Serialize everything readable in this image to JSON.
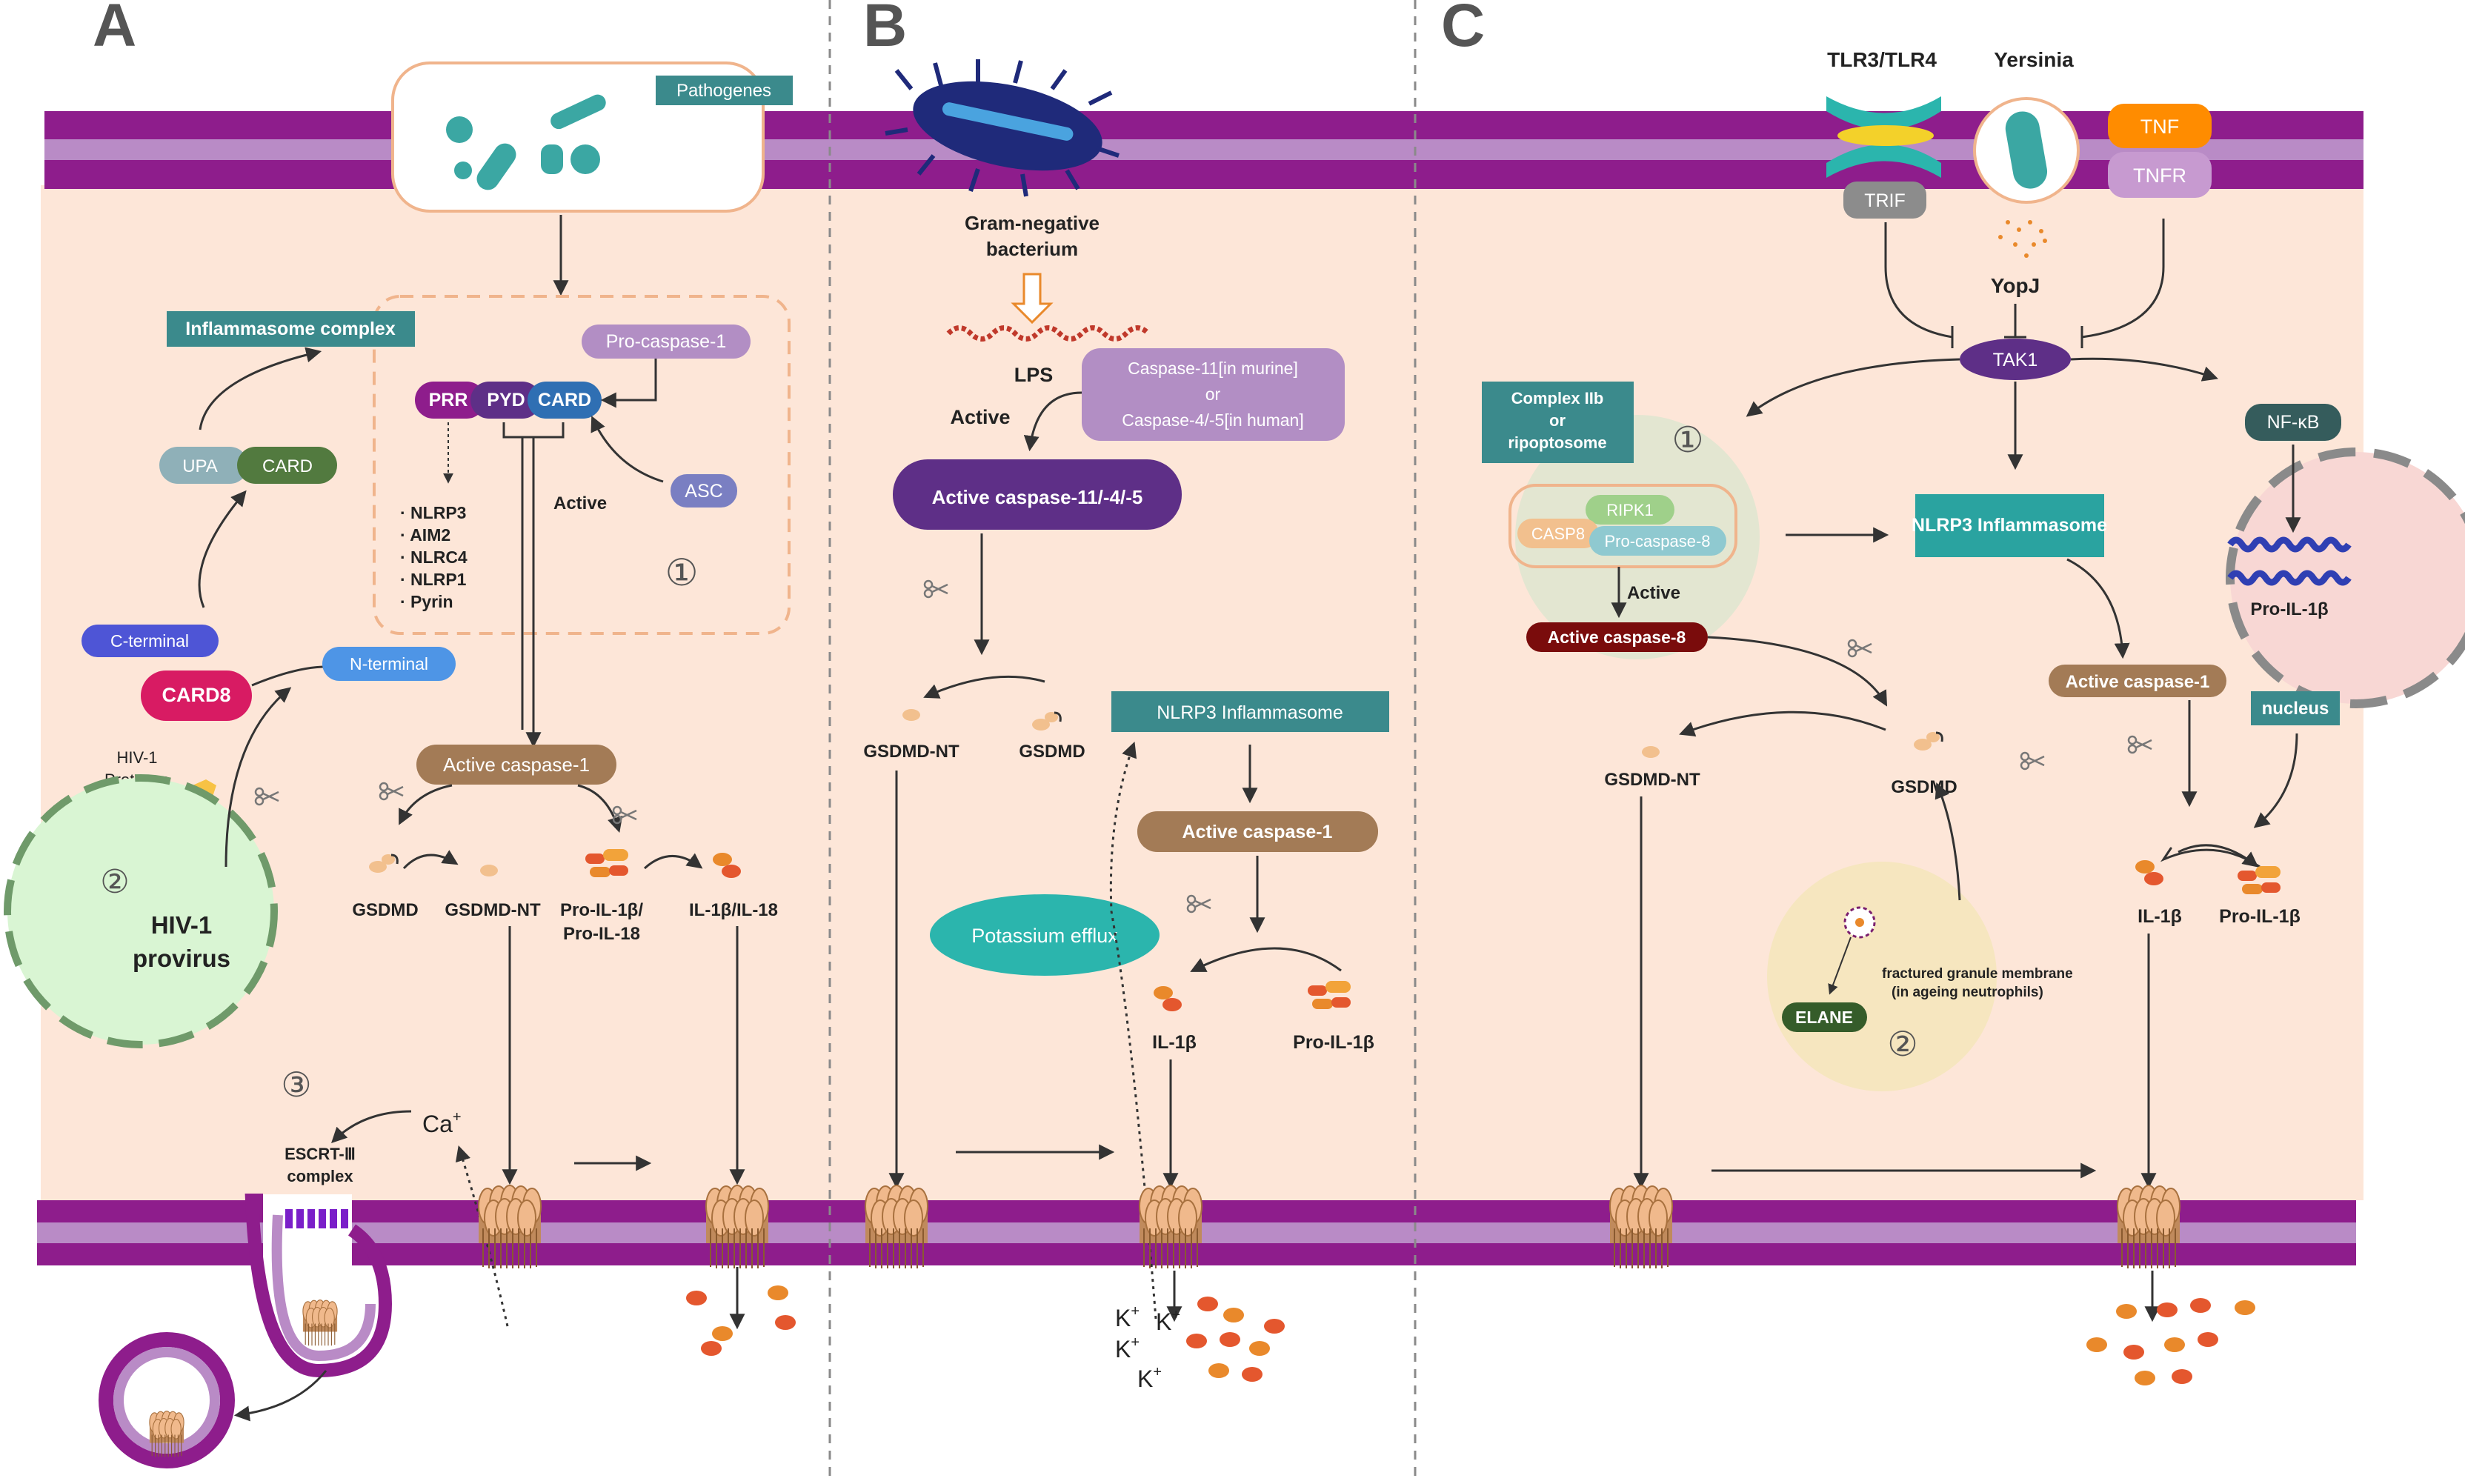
{
  "panels": {
    "a": "A",
    "b": "B",
    "c": "C"
  },
  "panel_a": {
    "pathogens": "Pathogenes",
    "inflammasome_complex": "Inflammasome complex",
    "pro_caspase1": "Pro-caspase-1",
    "prr": "PRR",
    "pyd": "PYD",
    "card": "CARD",
    "sensors": [
      "· NLRP3",
      "· AIM2",
      "· NLRC4",
      "· NLRP1",
      "· Pyrin"
    ],
    "active": "Active",
    "asc": "ASC",
    "circled_1": "①",
    "upa": "UPA",
    "card_upa": "CARD",
    "c_terminal": "C-terminal",
    "n_terminal": "N-terminal",
    "card8": "CARD8",
    "hiv_protease": [
      "HIV-1",
      "Protease"
    ],
    "hiv_provirus": [
      "HIV-1",
      "provirus"
    ],
    "circled_2": "②",
    "active_caspase1": "Active caspase-1",
    "gsdmd": "GSDMD",
    "gsdmd_nt": "GSDMD-NT",
    "pro_il": [
      "Pro-IL-1β/",
      "Pro-IL-18"
    ],
    "il": "IL-1β/IL-18",
    "circled_3": "③",
    "escrt": [
      "ESCRT-Ⅲ",
      "complex"
    ],
    "ca": "Ca",
    "ca_sup": "+"
  },
  "panel_b": {
    "bacterium": [
      "Gram-negative",
      "bacterium"
    ],
    "lps": "LPS",
    "caspase_box": [
      "Caspase-11[in murine]",
      "or",
      "Caspase-4/-5[in human]"
    ],
    "active": "Active",
    "active_caspase": "Active caspase-11/-4/-5",
    "gsdmd_nt": "GSDMD-NT",
    "gsdmd": "GSDMD",
    "nlrp3": "NLRP3  Inflammasome",
    "active_caspase1": "Active caspase-1",
    "potassium": "Potassium efflux",
    "il1b": "IL-1β",
    "pro_il1b": "Pro-IL-1β",
    "k": "K",
    "k_sup": "+"
  },
  "panel_c": {
    "tlr": "TLR3/TLR4",
    "yersinia": "Yersinia",
    "trif": "TRIF",
    "tnf": "TNF",
    "tnfr": "TNFR",
    "yopj": "YopJ",
    "tak1": "TAK1",
    "complex_iib": [
      "Complex IIb",
      "or",
      "ripoptosome"
    ],
    "circled_1": "①",
    "ripk1": "RIPK1",
    "casp8": "CASP8",
    "pro_caspase8": "Pro-caspase-8",
    "active": "Active",
    "active_caspase8": "Active caspase-8",
    "nlrp3": "NLRP3  Inflammasome",
    "nfkb": "NF-κB",
    "pro_il1b_nucleus": "Pro-IL-1β",
    "active_caspase1": "Active caspase-1",
    "nucleus": "nucleus",
    "gsdmd_nt": "GSDMD-NT",
    "gsdmd": "GSDMD",
    "fractured": [
      "fractured granule membrane",
      "(in ageing neutrophils)"
    ],
    "elane": "ELANE",
    "circled_2": "②",
    "il1b": "IL-1β",
    "pro_il1b": "Pro-IL-1β"
  },
  "colors": {
    "membrane_outer": "#8e1d8c",
    "membrane_inner": "#b98bc6",
    "cytoplasm": "#fde6d8",
    "teal": "#3b8a8c",
    "active_caspase": "#a37b56",
    "dark_purple": "#5e2f87",
    "lavender": "#b28ec4",
    "pore": "#f0b98c"
  }
}
